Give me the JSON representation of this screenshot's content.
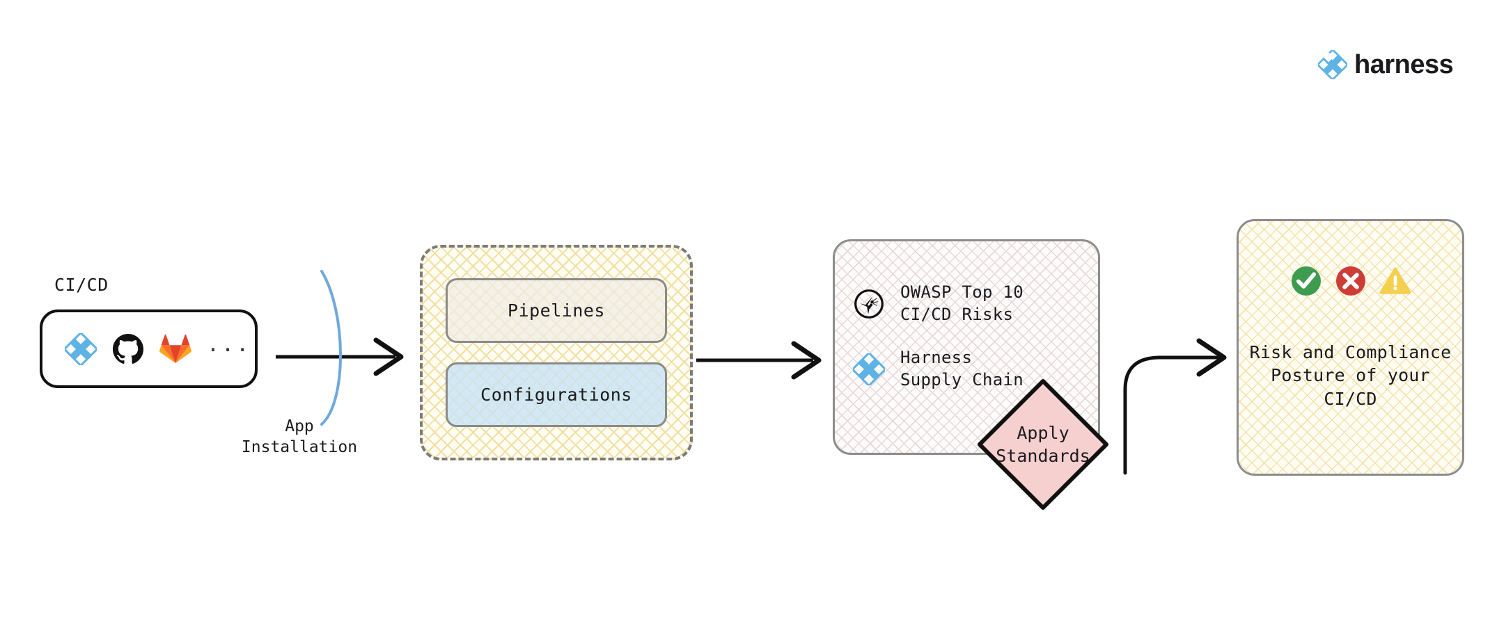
{
  "brand": {
    "name": "harness",
    "logo_icon": "harness-diamond-icon",
    "logo_color": "#5FB3E4",
    "wordmark_color": "#1b1b1d"
  },
  "source": {
    "label": "CI/CD",
    "tools": [
      {
        "name": "Harness",
        "icon": "harness-diamond-icon",
        "color": "#5FB3E4"
      },
      {
        "name": "GitHub",
        "icon": "github-octocat-icon",
        "color": "#111111"
      },
      {
        "name": "GitLab",
        "icon": "gitlab-tanuki-icon",
        "color": "#E24329"
      }
    ],
    "more_indicator": "..."
  },
  "connectors": {
    "app_installation_label": "App\nInstallation",
    "arc_color": "#6FA8DC",
    "arrow_color": "#111111"
  },
  "assets_group": {
    "cards": [
      {
        "label": "Pipelines",
        "fill": "#F0ECE4"
      },
      {
        "label": "Configurations",
        "fill": "#C7E2F4"
      }
    ],
    "border_style": "dashed",
    "border_color": "#7b7b7b",
    "hatch_color": "#f2dfa0"
  },
  "standards": {
    "items": [
      {
        "icon": "owasp-dragonfly-icon",
        "text": "OWASP Top 10\nCI/CD Risks",
        "icon_color": "#111111"
      },
      {
        "icon": "harness-diamond-icon",
        "text": "Harness\nSupply Chain",
        "icon_color": "#5FB3E4"
      }
    ],
    "hatch_color": "#e7d9d9"
  },
  "action": {
    "label": "Apply\nStandards",
    "fill": "#F6CFCF",
    "stroke": "#111111"
  },
  "outcome": {
    "status_icons": [
      {
        "name": "check-circle-icon",
        "color": "#3E9C4F",
        "meaning": "pass"
      },
      {
        "name": "x-circle-icon",
        "color": "#CE3C36",
        "meaning": "fail"
      },
      {
        "name": "warning-triangle-icon",
        "color": "#F5D04F",
        "meaning": "warning"
      }
    ],
    "text": "Risk and Compliance\nPosture of your\nCI/CD",
    "hatch_color": "#f4e3ad"
  }
}
